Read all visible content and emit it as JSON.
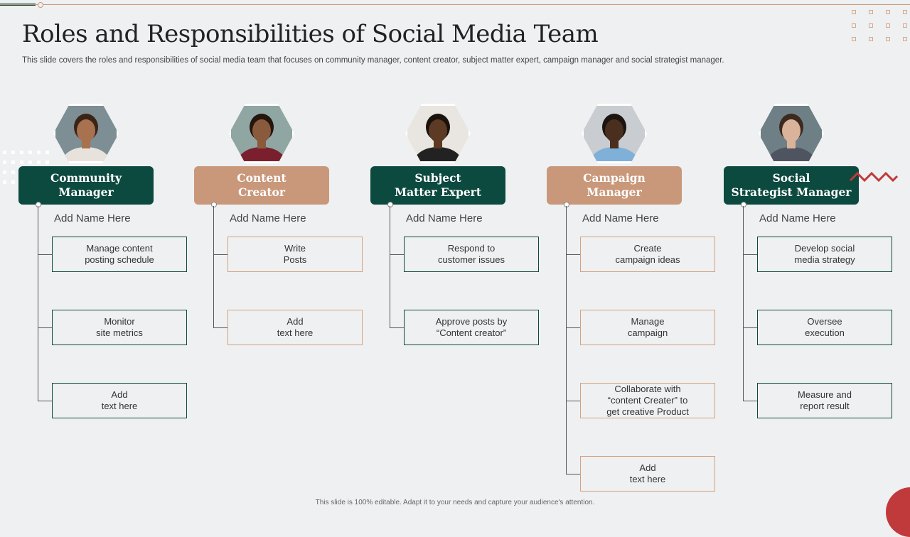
{
  "slide": {
    "title": "Roles and Responsibilities of Social Media Team",
    "subtitle": "This slide covers the roles and responsibilities of social media team that focuses on community manager, content creator, subject matter expert, campaign manager and social strategist manager.",
    "footer": "This slide is 100% editable. Adapt it to your needs and capture your audience's attention."
  },
  "colors": {
    "dark_green": "#0c4a40",
    "tan": "#c9987a",
    "accent_red": "#c0393b",
    "background": "#eff0f1"
  },
  "roles": [
    {
      "title": "Community\nManager",
      "style": "dark",
      "name": "Add Name Here",
      "tasks": [
        "Manage content\nposting schedule",
        "Monitor\nsite metrics",
        "Add\ntext here"
      ]
    },
    {
      "title": "Content\nCreator",
      "style": "tan",
      "name": "Add Name Here",
      "tasks": [
        "Write\nPosts",
        "Add\ntext here"
      ]
    },
    {
      "title": "Subject\nMatter Expert",
      "style": "dark",
      "name": "Add Name Here",
      "tasks": [
        "Respond to\ncustomer issues",
        "Approve posts by\n“Content creator”"
      ]
    },
    {
      "title": "Campaign\nManager",
      "style": "tan",
      "name": "Add Name Here",
      "tasks": [
        "Create\ncampaign ideas",
        "Manage\ncampaign",
        "Collaborate with\n“content Creater” to\nget creative Product",
        "Add\ntext here"
      ]
    },
    {
      "title": "Social\nStrategist Manager",
      "style": "dark",
      "name": "Add Name Here",
      "tasks": [
        "Develop social\nmedia strategy",
        "Oversee\nexecution",
        "Measure and\nreport result"
      ]
    }
  ]
}
